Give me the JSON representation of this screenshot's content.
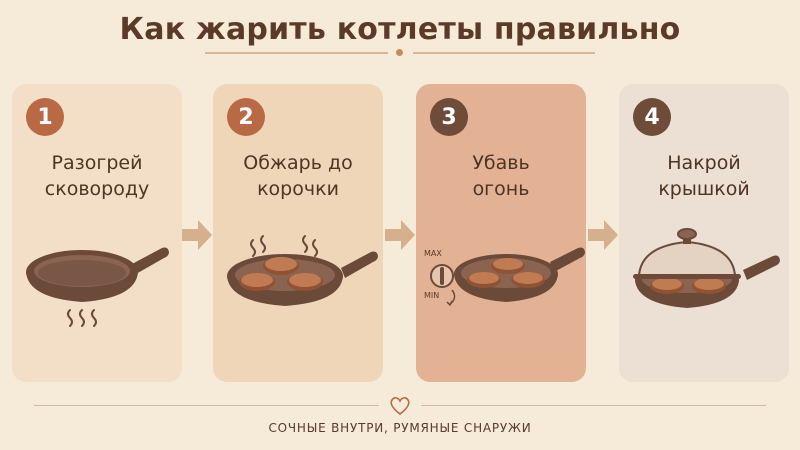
{
  "title": "Как жарить котлеты правильно",
  "steps": [
    {
      "number": "1",
      "line1": "Разогрей",
      "line2": "сковороду"
    },
    {
      "number": "2",
      "line1": "Обжарь до",
      "line2": "корочки"
    },
    {
      "number": "3",
      "line1": "Убавь",
      "line2": "огонь"
    },
    {
      "number": "4",
      "line1": "Накрой",
      "line2": "крышкой"
    }
  ],
  "knob": {
    "max_label": "MAX",
    "min_label": "MIN"
  },
  "footer": "СОЧНЫЕ ВНУТРИ, РУМЯНЫЕ СНАРУЖИ",
  "colors": {
    "background": "#f6ead9",
    "pan": "#6b4a3a",
    "patty": "#b9764f",
    "accent": "#b96a45"
  },
  "icons": [
    "pan-icon",
    "heat-waves-icon",
    "arrow-right-icon",
    "knob-icon",
    "lid-icon",
    "heart-icon"
  ]
}
